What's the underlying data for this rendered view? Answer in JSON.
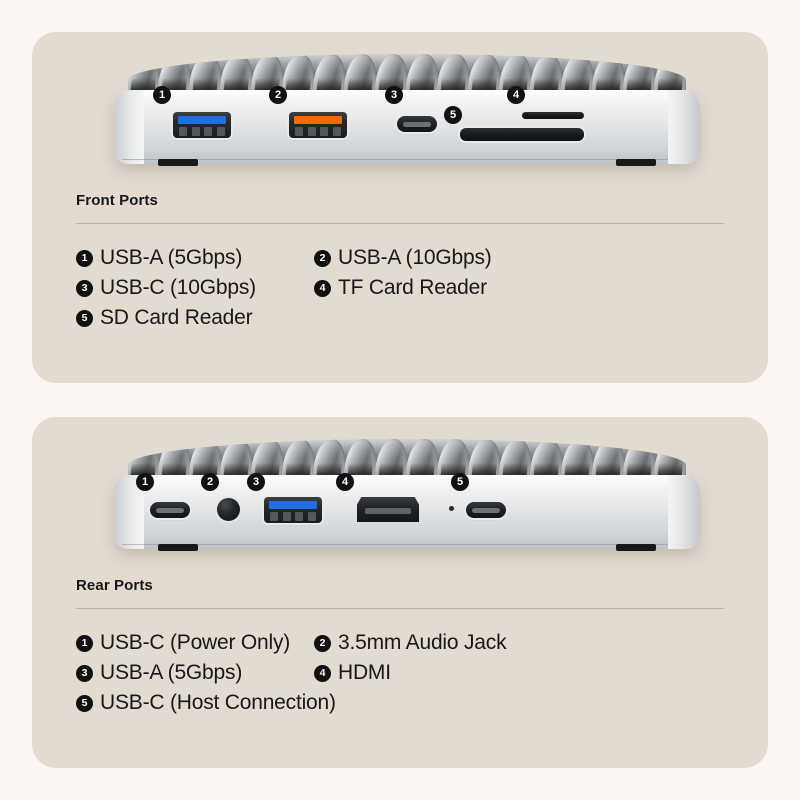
{
  "page": {
    "background_color": "#faf6f1",
    "card_background_color": "#e3dbd0",
    "accent_color": "#101113"
  },
  "sections": [
    {
      "id": "front",
      "title": "Front Ports",
      "device_view": "front-panel",
      "ports": [
        {
          "num": "1",
          "label": "USB-A (5Gbps)",
          "type": "usb-a",
          "color": "#1f6fe0"
        },
        {
          "num": "2",
          "label": "USB-A (10Gbps)",
          "type": "usb-a",
          "color": "#f2690d"
        },
        {
          "num": "3",
          "label": "USB-C (10Gbps)",
          "type": "usb-c",
          "color": "#1d1f21"
        },
        {
          "num": "4",
          "label": "TF Card Reader",
          "type": "tf-slot",
          "color": "#16181a"
        },
        {
          "num": "5",
          "label": "SD Card Reader",
          "type": "sd-slot",
          "color": "#16181a"
        }
      ]
    },
    {
      "id": "rear",
      "title": "Rear Ports",
      "device_view": "rear-panel",
      "ports": [
        {
          "num": "1",
          "label": "USB-C (Power Only)",
          "type": "usb-c",
          "color": "#1d1f21"
        },
        {
          "num": "2",
          "label": "3.5mm Audio Jack",
          "type": "audio-jack",
          "color": "#0e1011"
        },
        {
          "num": "3",
          "label": "USB-A (5Gbps)",
          "type": "usb-a",
          "color": "#1f6fe0"
        },
        {
          "num": "4",
          "label": "HDMI",
          "type": "hdmi",
          "color": "#141618"
        },
        {
          "num": "5",
          "label": "USB-C (Host Connection)",
          "type": "usb-c",
          "color": "#1d1f21"
        }
      ]
    }
  ],
  "markers": {
    "front": [
      "1",
      "2",
      "3",
      "4",
      "5"
    ],
    "rear": [
      "1",
      "2",
      "3",
      "4",
      "5"
    ]
  }
}
